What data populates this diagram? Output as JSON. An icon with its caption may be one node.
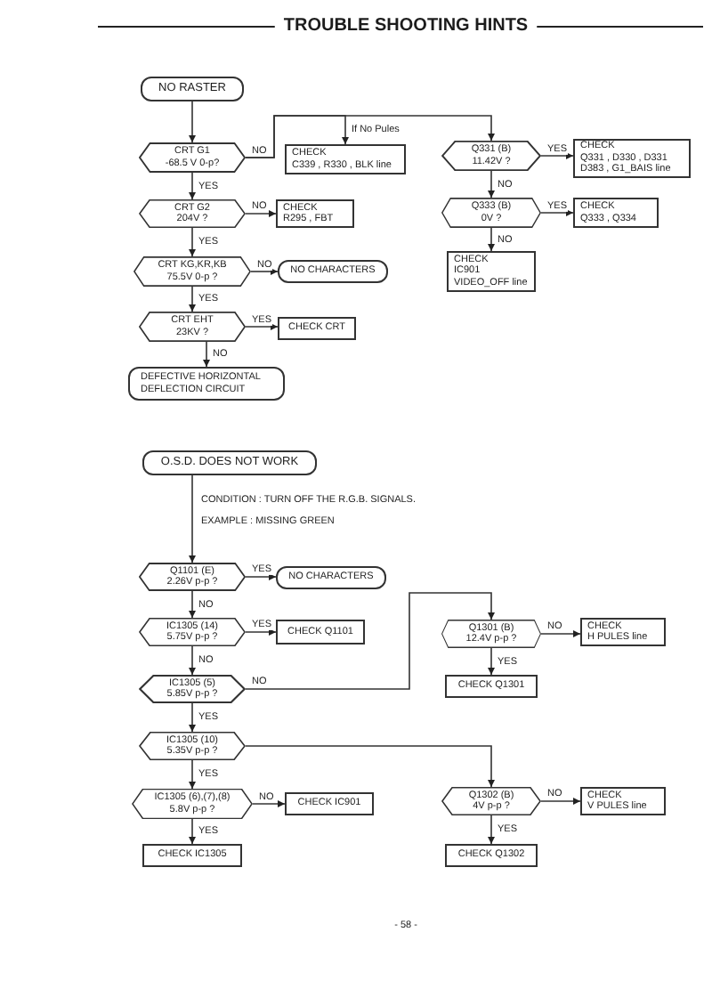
{
  "diagram": {
    "title": "TROUBLE SHOOTING HINTS",
    "nodes": [
      {
        "text": [
          "NO RASTER"
        ]
      },
      {
        "text": [
          "CRT G1",
          "-68.5 V 0-p?"
        ]
      },
      {
        "text": [
          "CHECK",
          "C339 , R330 , BLK line"
        ]
      },
      {
        "text": [
          "CRT G2",
          "204V ?"
        ]
      },
      {
        "text": [
          "CHECK",
          "R295 , FBT"
        ]
      },
      {
        "text": [
          "CRT KG,KR,KB",
          "75.5V 0-p ?"
        ]
      },
      {
        "text": [
          "NO CHARACTERS"
        ]
      },
      {
        "text": [
          "CRT EHT",
          "23KV ?"
        ]
      },
      {
        "text": [
          "CHECK CRT"
        ]
      },
      {
        "text": [
          "DEFECTIVE HORIZONTAL DEFLECTION CIRCUIT"
        ]
      },
      {
        "text": [
          "Q331 (B)",
          "11.42V ?"
        ]
      },
      {
        "text": [
          "CHECK",
          "Q331 , D330 , D331",
          "D383 , G1_BAIS line"
        ]
      },
      {
        "text": [
          "Q333 (B)",
          "0V ?"
        ]
      },
      {
        "text": [
          "CHECK",
          "Q333 , Q334"
        ]
      },
      {
        "text": [
          "CHECK",
          "IC901",
          "VIDEO_OFF line"
        ]
      },
      {
        "text": [
          "O.S.D. DOES NOT WORK"
        ]
      },
      {
        "text": [
          "Q1101 (E)",
          "2.26V p-p ?"
        ]
      },
      {
        "text": [
          "NO CHARACTERS"
        ]
      },
      {
        "text": [
          "IC1305 (14)",
          "5.75V p-p ?"
        ]
      },
      {
        "text": [
          "CHECK Q1101"
        ]
      },
      {
        "text": [
          "IC1305 (5)",
          "5.85V p-p ?"
        ]
      },
      {
        "text": [
          "Q1301 (B)",
          "12.4V p-p ?"
        ]
      },
      {
        "text": [
          "CHECK",
          "H PULES line"
        ]
      },
      {
        "text": [
          "CHECK Q1301"
        ]
      },
      {
        "text": [
          "IC1305 (10)",
          "5.35V p-p ?"
        ]
      },
      {
        "text": [
          "IC1305 (6),(7),(8)",
          "5.8V p-p ?"
        ]
      },
      {
        "text": [
          "CHECK IC901"
        ]
      },
      {
        "text": [
          "CHECK IC1305"
        ]
      },
      {
        "text": [
          "Q1302 (B)",
          "4V p-p ?"
        ]
      },
      {
        "text": [
          "CHECK",
          "V PULES line"
        ]
      },
      {
        "text": [
          "CHECK Q1302"
        ]
      }
    ],
    "edges": [
      {
        "from": 0,
        "to": 1,
        "arrow": "to"
      },
      {
        "from": 1,
        "to": 2,
        "arrow": "to",
        "label": "If No Pules"
      },
      {
        "from": 1,
        "to": 10,
        "arrow": "to",
        "label": "NO"
      },
      {
        "from": 1,
        "to": 3,
        "arrow": "to",
        "label": "YES"
      },
      {
        "from": 3,
        "to": 4,
        "arrow": "to",
        "label": "NO"
      },
      {
        "from": 3,
        "to": 5,
        "arrow": "to",
        "label": "YES"
      },
      {
        "from": 5,
        "to": 6,
        "arrow": "to",
        "label": "NO"
      },
      {
        "from": 5,
        "to": 7,
        "arrow": "to",
        "label": "YES"
      },
      {
        "from": 7,
        "to": 8,
        "arrow": "to",
        "label": "YES"
      },
      {
        "from": 7,
        "to": 9,
        "arrow": "to",
        "label": "NO"
      },
      {
        "from": 10,
        "to": 11,
        "arrow": "to",
        "label": "YES"
      },
      {
        "from": 10,
        "to": 12,
        "arrow": "to",
        "label": "NO"
      },
      {
        "from": 12,
        "to": 13,
        "arrow": "to",
        "label": "YES"
      },
      {
        "from": 12,
        "to": 14,
        "arrow": "to",
        "label": "NO"
      },
      {
        "from": 15,
        "to": 16,
        "arrow": "to"
      },
      {
        "from": 16,
        "to": 17,
        "arrow": "to",
        "label": "YES"
      },
      {
        "from": 16,
        "to": 18,
        "arrow": "to",
        "label": "NO"
      },
      {
        "from": 18,
        "to": 19,
        "arrow": "to",
        "label": "YES"
      },
      {
        "from": 18,
        "to": 20,
        "arrow": "to",
        "label": "NO"
      },
      {
        "from": 20,
        "to": 21,
        "arrow": "to",
        "label": "NO"
      },
      {
        "from": 20,
        "to": 24,
        "arrow": "to",
        "label": "YES"
      },
      {
        "from": 21,
        "to": 22,
        "arrow": "to",
        "label": "NO"
      },
      {
        "from": 21,
        "to": 23,
        "arrow": "to",
        "label": "YES"
      },
      {
        "from": 24,
        "to": 28,
        "arrow": "to"
      },
      {
        "from": 24,
        "to": 25,
        "arrow": "to",
        "label": "YES"
      },
      {
        "from": 25,
        "to": 26,
        "arrow": "to",
        "label": "NO"
      },
      {
        "from": 25,
        "to": 27,
        "arrow": "to",
        "label": "YES"
      },
      {
        "from": 28,
        "to": 29,
        "arrow": "to",
        "label": "NO"
      },
      {
        "from": 28,
        "to": 30,
        "arrow": "to",
        "label": "YES"
      }
    ],
    "labels": [
      "CONDITION : TURN OFF THE R.G.B. SIGNALS.",
      "EXAMPLE : MISSING GREEN",
      "- 58 -"
    ]
  }
}
